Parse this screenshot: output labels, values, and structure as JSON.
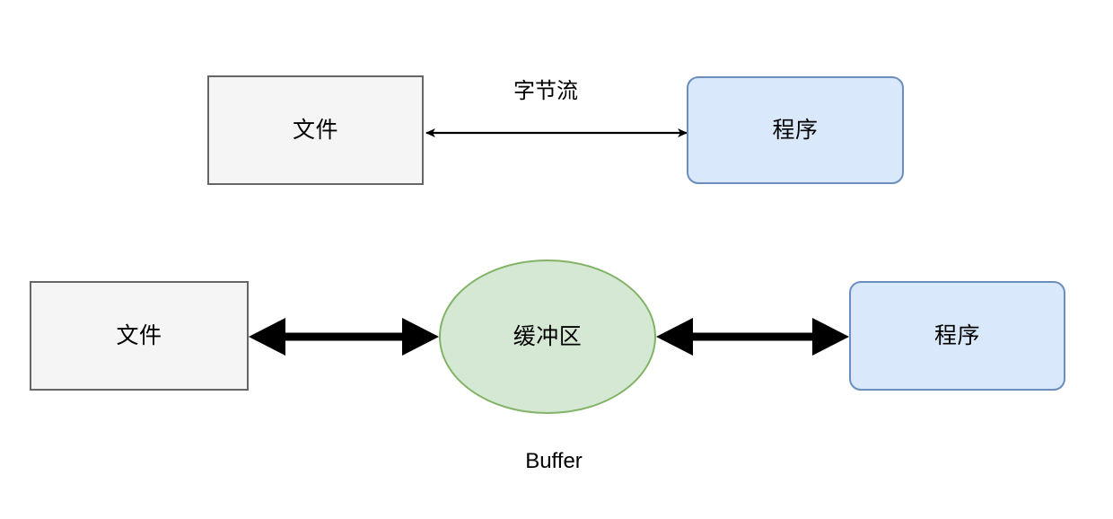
{
  "diagram": {
    "title_caption": "Buffer",
    "rows": {
      "top": {
        "source": {
          "label": "文件",
          "shape": "rectangle",
          "fill": "#f5f5f5",
          "stroke": "#666666"
        },
        "edge": {
          "label": "字节流",
          "style": "thin-double-arrow",
          "color": "#000000"
        },
        "target": {
          "label": "程序",
          "shape": "rounded-rectangle",
          "fill": "#dae8fc",
          "stroke": "#6c8ebf"
        }
      },
      "bottom": {
        "source": {
          "label": "文件",
          "shape": "rectangle",
          "fill": "#f5f5f5",
          "stroke": "#666666"
        },
        "edge_left": {
          "label": "",
          "style": "thick-double-arrow",
          "color": "#000000"
        },
        "middle": {
          "label": "缓冲区",
          "shape": "ellipse",
          "fill": "#d5e8d4",
          "stroke": "#82b366"
        },
        "edge_right": {
          "label": "",
          "style": "thick-double-arrow",
          "color": "#000000"
        },
        "target": {
          "label": "程序",
          "shape": "rounded-rectangle",
          "fill": "#dae8fc",
          "stroke": "#6c8ebf"
        }
      }
    }
  }
}
